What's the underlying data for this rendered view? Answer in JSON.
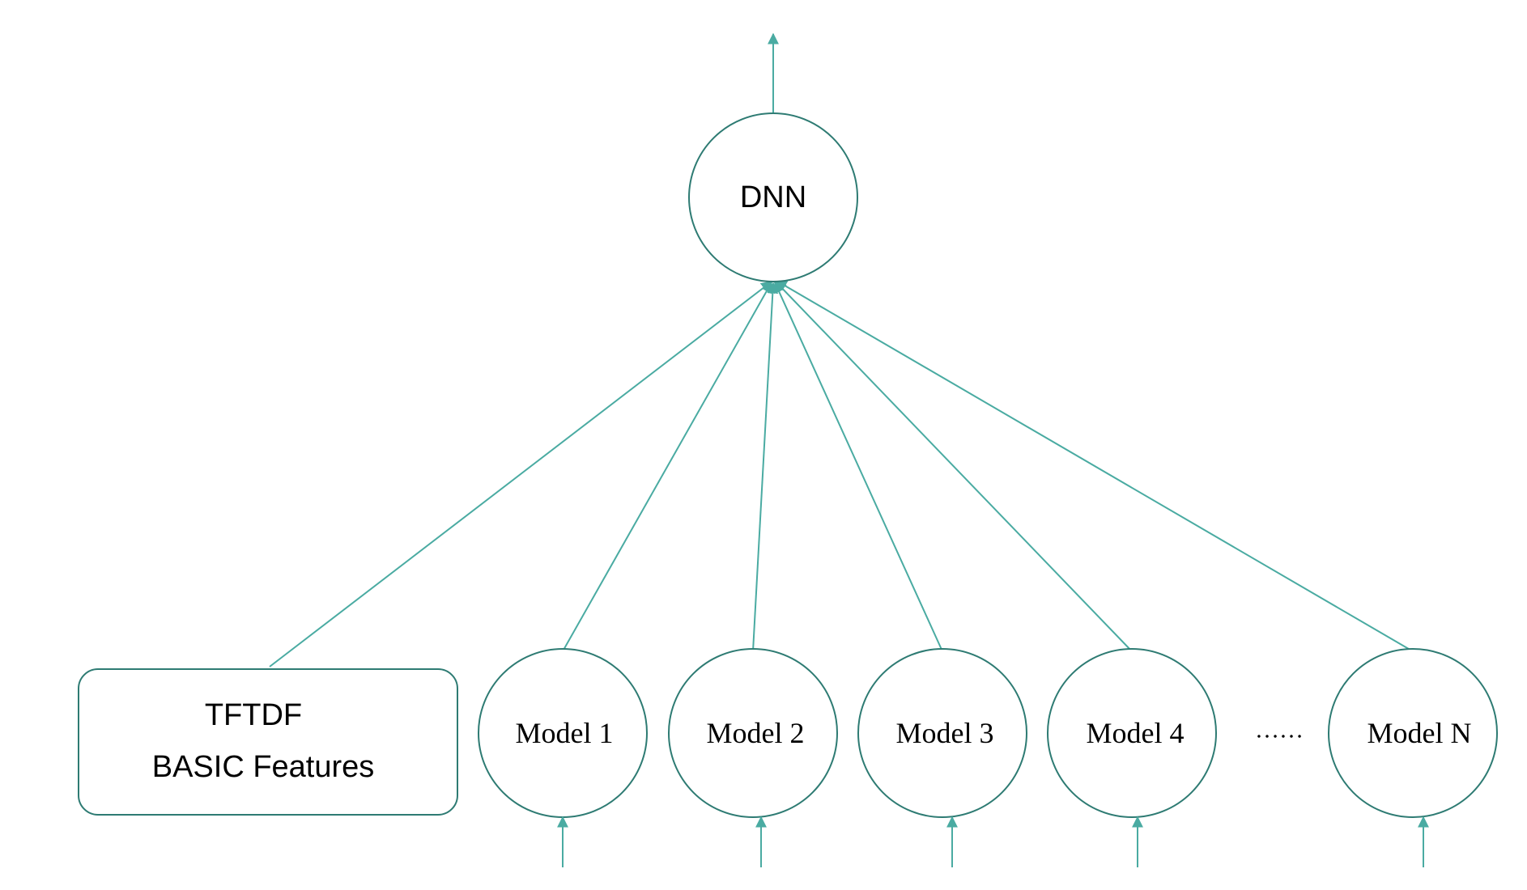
{
  "diagram": {
    "output_node": {
      "label": "DNN"
    },
    "feature_box": {
      "line1": "TFTDF",
      "line2": "BASIC Features"
    },
    "models": [
      {
        "label": "Model 1"
      },
      {
        "label": "Model 2"
      },
      {
        "label": "Model 3"
      },
      {
        "label": "Model 4"
      },
      {
        "label": "Model N"
      }
    ],
    "ellipsis": "……",
    "colors": {
      "node_stroke": "#2e7b73",
      "edge": "#4aaba2"
    }
  }
}
